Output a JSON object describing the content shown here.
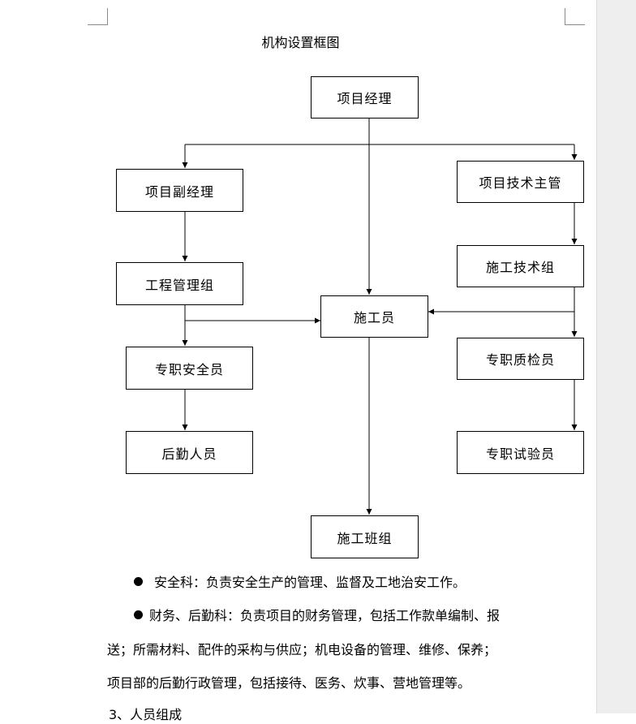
{
  "document": {
    "title": "机构设置框图",
    "org_chart": {
      "nodes": {
        "project_manager": "项目经理",
        "deputy_manager": "项目副经理",
        "tech_director": "项目技术主管",
        "engineering_group": "工程管理组",
        "construction_tech_group": "施工技术组",
        "constructor": "施工员",
        "safety_officer": "专职安全员",
        "quality_inspector": "专职质检员",
        "logistics_staff": "后勤人员",
        "test_officer": "专职试验员",
        "construction_team": "施工班组"
      }
    },
    "paragraphs": {
      "p1": "安全科：负责安全生产的管理、监督及工地治安工作。",
      "p2_line1": "财务、后勤科：负责项目的财务管理，包括工作款单编制、报",
      "p2_line2": "送；所需材料、配件的采构与供应；机电设备的管理、维修、保养；",
      "p2_line3": "项目部的后勤行政管理，包括接待、医务、炊事、营地管理等。",
      "p3_partial": "3、人员组成"
    }
  }
}
